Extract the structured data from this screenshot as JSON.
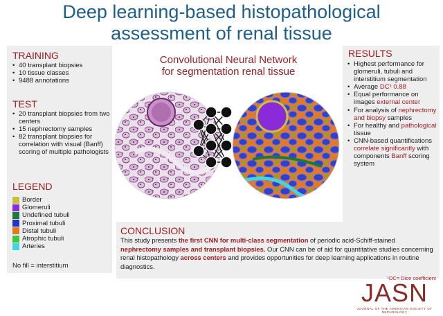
{
  "title_line1": "Deep learning-based histopathological",
  "title_line2": "assessment of renal tissue",
  "training": {
    "heading": "TRAINING",
    "items": [
      "40 transplant biopsies",
      "10 tissue classes",
      "9488 annotations"
    ]
  },
  "test": {
    "heading": "TEST",
    "items": [
      "20 transplant biopsies from two centers",
      "15 nephrectomy samples",
      "82 transplant biopsies for correlation with visual (Banff) scoring of multiple pathologists"
    ]
  },
  "legend": {
    "heading": "LEGEND",
    "items": [
      {
        "label": "Border",
        "color": "#c8c040"
      },
      {
        "label": "Glomeruli",
        "color": "#8a2ad8"
      },
      {
        "label": "Undefined tubuli",
        "color": "#1a7a3a"
      },
      {
        "label": "Proximal tubuli",
        "color": "#2233c8"
      },
      {
        "label": "Distal tubuli",
        "color": "#e07a2a"
      },
      {
        "label": "Atrophic tubuli",
        "color": "#3ec83e"
      },
      {
        "label": "Arteries",
        "color": "#40d8e0"
      }
    ],
    "no_fill": "No fill = interstitium"
  },
  "cnn": {
    "title_line1": "Convolutional Neural Network",
    "title_line2": "for segmentation renal tissue"
  },
  "results": {
    "heading": "RESULTS",
    "items": [
      [
        {
          "t": "Highest performance for glomeruli, tubuli and interstitium segmentation"
        }
      ],
      [
        {
          "t": "Average "
        },
        {
          "t": "DC¹ 0.88",
          "red": true
        }
      ],
      [
        {
          "t": "Equal performance on images "
        },
        {
          "t": "external center",
          "red": true
        }
      ],
      [
        {
          "t": "For analysis of "
        },
        {
          "t": "nephrectomy and biopsy",
          "red": true
        },
        {
          "t": " samples"
        }
      ],
      [
        {
          "t": "For healthy and "
        },
        {
          "t": "pathological",
          "red": true
        },
        {
          "t": " tissue"
        }
      ],
      [
        {
          "t": "CNN-based quantifications "
        },
        {
          "t": "correlate significantly",
          "red": true
        },
        {
          "t": " with components "
        },
        {
          "t": "Banff",
          "red": true
        },
        {
          "t": " scoring system"
        }
      ]
    ]
  },
  "conclusion": {
    "heading": "CONCLUSION",
    "segments": [
      {
        "t": "This study presents "
      },
      {
        "t": "the first CNN for multi-class segmentation",
        "b": true
      },
      {
        "t": " of periodic acid-Schiff-stained "
      },
      {
        "t": "nephrectomy samples and transplant biopsies.",
        "b": true
      },
      {
        "t": " Our CNN can be of aid for quantitative studies concerning renal histopathology "
      },
      {
        "t": "across centers",
        "b": true
      },
      {
        "t": " and provides opportunities for deep learning applications in routine diagnostics."
      }
    ]
  },
  "footnote": "¹DC= Dice coefficient",
  "logo": "JASN",
  "logo_sub": "JOURNAL OF THE AMERICAN SOCIETY OF NEPHROLOGY"
}
